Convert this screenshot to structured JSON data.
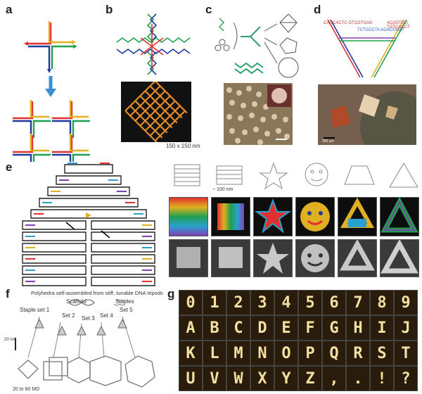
{
  "panels": {
    "a": {
      "label": "a"
    },
    "b": {
      "label": "b",
      "scale": "150 x 150 nm"
    },
    "c": {
      "label": "c"
    },
    "d": {
      "label": "d",
      "seq_top_left": "CAGCACTC GTCGTGAG",
      "seq_top_mid": "TCTGCCTA AGACGGAT",
      "seq_top_right": "ACAGTGG TGTCACCT",
      "scale": "300 μm"
    },
    "e": {
      "label": "e",
      "scale": "~ 100 nm"
    },
    "f": {
      "label": "f",
      "title": "Polyhedra self-assembled from stiff, tunable DNA tripods",
      "scaffold": "Scaffold",
      "staples": "Staples",
      "staple_set": "Staple set 1",
      "sets": [
        "Set 2",
        "Set 3",
        "Set 4",
        "Set 5"
      ],
      "scale": "20 nm",
      "mass": "20 to 60 MD"
    },
    "g": {
      "label": "g",
      "rows": [
        [
          "0",
          "1",
          "2",
          "3",
          "4",
          "5",
          "6",
          "7",
          "8",
          "9"
        ],
        [
          "A",
          "B",
          "C",
          "D",
          "E",
          "F",
          "G",
          "H",
          "I",
          "J"
        ],
        [
          "K",
          "L",
          "M",
          "N",
          "O",
          "P",
          "Q",
          "R",
          "S",
          "T"
        ],
        [
          "U",
          "V",
          "W",
          "X",
          "Y",
          "Z",
          ",",
          ".",
          "!",
          "?"
        ]
      ]
    }
  },
  "colors": {
    "red": "#e03030",
    "yellow": "#e0b020",
    "blue": "#203aa0",
    "green": "#20a050",
    "cyan": "#2aa0d0",
    "purple": "#8040b0"
  }
}
